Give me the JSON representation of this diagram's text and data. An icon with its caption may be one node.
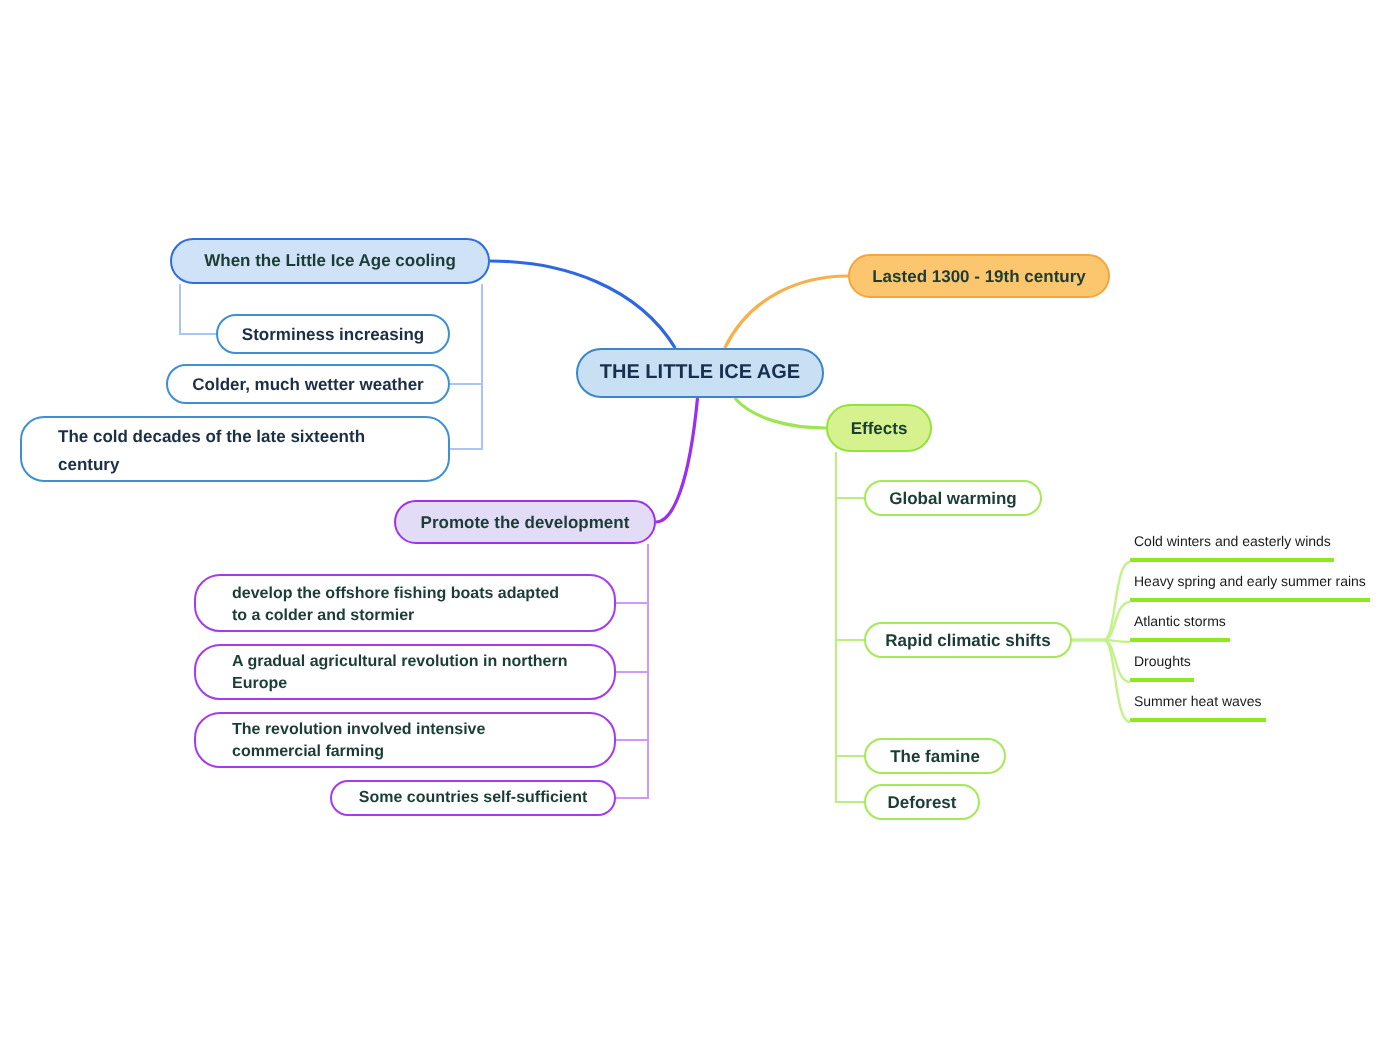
{
  "diagram": {
    "nodes": [
      {
        "text": [
          "THE LITTLE ICE AGE"
        ]
      },
      {
        "text": [
          "When the Little Ice Age cooling"
        ]
      },
      {
        "text": [
          "Storminess increasing"
        ]
      },
      {
        "text": [
          "Colder, much wetter weather"
        ]
      },
      {
        "text": [
          "The cold decades of the late sixteenth century"
        ]
      },
      {
        "text": [
          "Lasted 1300 - 19th century"
        ]
      },
      {
        "text": [
          "Effects"
        ]
      },
      {
        "text": [
          "Global warming"
        ]
      },
      {
        "text": [
          "Rapid climatic shifts"
        ]
      },
      {
        "text": [
          "Cold winters and easterly winds"
        ]
      },
      {
        "text": [
          "Heavy spring and early summer rains"
        ]
      },
      {
        "text": [
          "Atlantic storms"
        ]
      },
      {
        "text": [
          "Droughts"
        ]
      },
      {
        "text": [
          "Summer heat waves"
        ]
      },
      {
        "text": [
          "The famine"
        ]
      },
      {
        "text": [
          "Deforest"
        ]
      },
      {
        "text": [
          "Promote the development"
        ]
      },
      {
        "text": [
          "develop the offshore fishing boats adapted to a colder and stormier"
        ]
      },
      {
        "text": [
          "A gradual agricultural revolution in northern Europe"
        ]
      },
      {
        "text": [
          "The revolution involved intensive commercial farming"
        ]
      },
      {
        "text": [
          "Some countries self-sufficient"
        ]
      }
    ],
    "edges": [
      {
        "from": 0,
        "to": 1,
        "arrow": "none",
        "color": "#2d66e6"
      },
      {
        "from": 1,
        "to": 2,
        "arrow": "none",
        "color": "#a9c5f5"
      },
      {
        "from": 1,
        "to": 3,
        "arrow": "none",
        "color": "#a9c5f5"
      },
      {
        "from": 1,
        "to": 4,
        "arrow": "none",
        "color": "#a9c5f5"
      },
      {
        "from": 0,
        "to": 5,
        "arrow": "none",
        "color": "#f7b04a"
      },
      {
        "from": 0,
        "to": 6,
        "arrow": "none",
        "color": "#9ee650"
      },
      {
        "from": 6,
        "to": 7,
        "arrow": "none",
        "color": "#b9ef7c"
      },
      {
        "from": 6,
        "to": 8,
        "arrow": "none",
        "color": "#b9ef7c"
      },
      {
        "from": 8,
        "to": 9,
        "arrow": "none",
        "color": "#c4f28a"
      },
      {
        "from": 8,
        "to": 10,
        "arrow": "none",
        "color": "#c4f28a"
      },
      {
        "from": 8,
        "to": 11,
        "arrow": "none",
        "color": "#c4f28a"
      },
      {
        "from": 8,
        "to": 12,
        "arrow": "none",
        "color": "#c4f28a"
      },
      {
        "from": 8,
        "to": 13,
        "arrow": "none",
        "color": "#c4f28a"
      },
      {
        "from": 6,
        "to": 14,
        "arrow": "none",
        "color": "#b9ef7c"
      },
      {
        "from": 6,
        "to": 15,
        "arrow": "none",
        "color": "#b9ef7c"
      },
      {
        "from": 0,
        "to": 16,
        "arrow": "none",
        "color": "#9a2ff0"
      },
      {
        "from": 16,
        "to": 17,
        "arrow": "none",
        "color": "#cf9af6"
      },
      {
        "from": 16,
        "to": 18,
        "arrow": "none",
        "color": "#cf9af6"
      },
      {
        "from": 16,
        "to": 19,
        "arrow": "none",
        "color": "#cf9af6"
      },
      {
        "from": 16,
        "to": 20,
        "arrow": "none",
        "color": "#cf9af6"
      }
    ]
  }
}
